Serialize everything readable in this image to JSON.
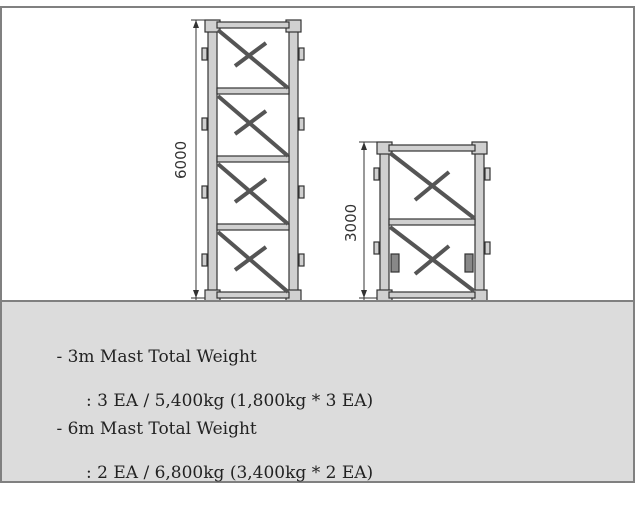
{
  "drawing": {
    "dim_6m": "6000",
    "dim_3m": "3000"
  },
  "specs": [
    {
      "title": "- 3m Mast Total Weight",
      "detail": ": 3 EA / 5,400kg (1,800kg * 3 EA)"
    },
    {
      "title": "- 6m Mast Total Weight",
      "detail": ": 2 EA / 6,800kg (3,400kg * 2 EA)"
    }
  ],
  "colors": {
    "border": "#808080",
    "specs_bg": "#dcdcdc",
    "line": "#333333",
    "fill": "#cfcfcf"
  }
}
